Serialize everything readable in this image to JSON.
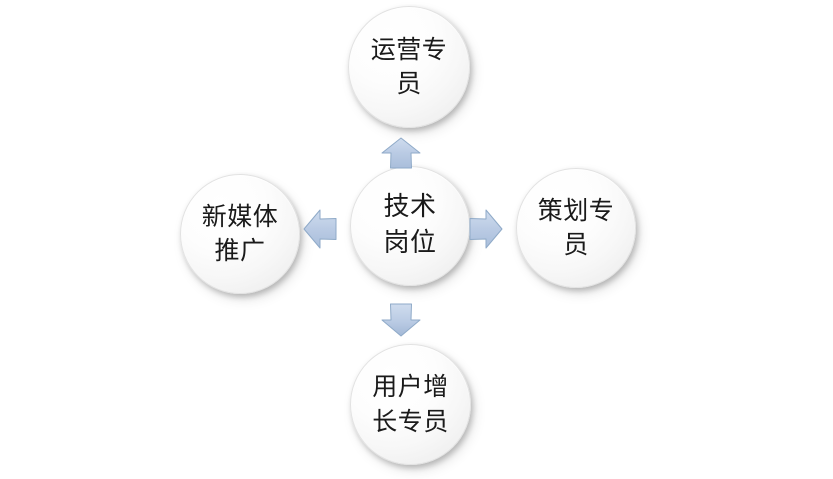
{
  "diagram": {
    "background_color": "#ffffff",
    "node_fill_color": "#f4f4f4",
    "node_border_color": "#e2e2e2",
    "node_text_color": "#1a1a1a",
    "arrow_fill_color": "#b8cce4",
    "arrow_border_color": "#8faac8",
    "center": {
      "label": "技术\n岗位",
      "icon": "circle-node-icon"
    },
    "spokes": [
      {
        "id": "top",
        "label": "运营专\n员",
        "arrow_icon": "arrow-up-icon",
        "arrow_direction": "up"
      },
      {
        "id": "right",
        "label": "策划专\n员",
        "arrow_icon": "arrow-right-icon",
        "arrow_direction": "right"
      },
      {
        "id": "bottom",
        "label": "用户增\n长专员",
        "arrow_icon": "arrow-down-icon",
        "arrow_direction": "down"
      },
      {
        "id": "left",
        "label": "新媒体\n推广",
        "arrow_icon": "arrow-left-icon",
        "arrow_direction": "left"
      }
    ]
  }
}
